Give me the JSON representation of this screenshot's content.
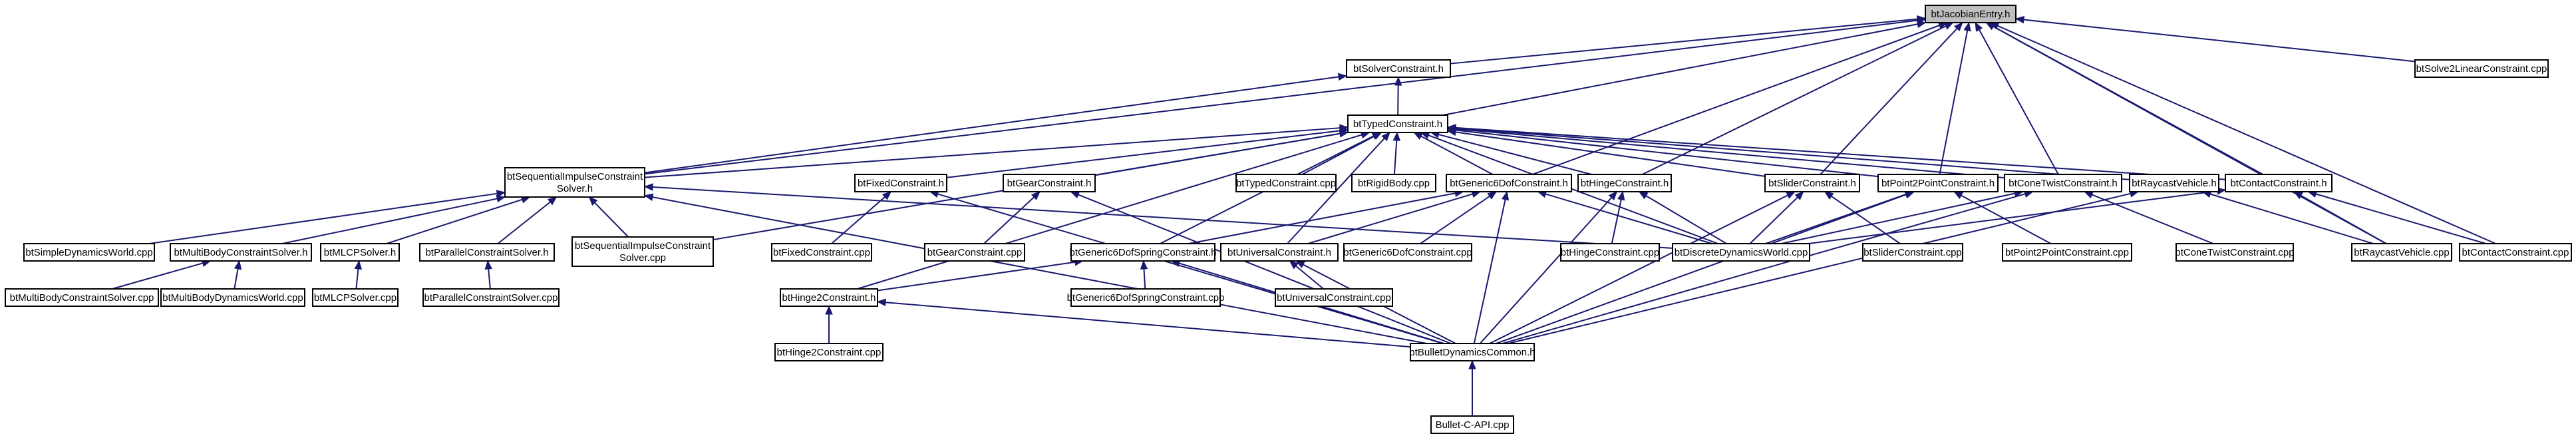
{
  "title": "btJacobianEntry.h",
  "colors": {
    "edge": "#191970",
    "focus_fill": "#bfbfbf",
    "node_fill": "#ffffff",
    "border": "#000000"
  },
  "nodes": {
    "jacobian": {
      "lines": [
        "btJacobianEntry.h"
      ]
    },
    "solverConstraint": {
      "lines": [
        "btSolverConstraint.h"
      ]
    },
    "solve2Linear": {
      "lines": [
        "btSolve2LinearConstraint.cpp"
      ]
    },
    "typedConstraint": {
      "lines": [
        "btTypedConstraint.h"
      ]
    },
    "seqImpulseSolverH": {
      "lines": [
        "btSequentialImpulseConstraint",
        "Solver.h"
      ]
    },
    "fixedConstraintH": {
      "lines": [
        "btFixedConstraint.h"
      ]
    },
    "gearConstraintH": {
      "lines": [
        "btGearConstraint.h"
      ]
    },
    "typedConstraintCpp": {
      "lines": [
        "btTypedConstraint.cpp"
      ]
    },
    "rigidBodyCpp": {
      "lines": [
        "btRigidBody.cpp"
      ]
    },
    "generic6DofH": {
      "lines": [
        "btGeneric6DofConstraint.h"
      ]
    },
    "hingeConstraintH": {
      "lines": [
        "btHingeConstraint.h"
      ]
    },
    "sliderConstraintH": {
      "lines": [
        "btSliderConstraint.h"
      ]
    },
    "point2PointH": {
      "lines": [
        "btPoint2PointConstraint.h"
      ]
    },
    "coneTwistH": {
      "lines": [
        "btConeTwistConstraint.h"
      ]
    },
    "raycastVehicleH": {
      "lines": [
        "btRaycastVehicle.h"
      ]
    },
    "contactConstraintH": {
      "lines": [
        "btContactConstraint.h"
      ]
    },
    "simpleDynamicsWorldCpp": {
      "lines": [
        "btSimpleDynamicsWorld.cpp"
      ]
    },
    "multiBodySolverH": {
      "lines": [
        "btMultiBodyConstraintSolver.h"
      ]
    },
    "mlcpSolverH": {
      "lines": [
        "btMLCPSolver.h"
      ]
    },
    "parallelSolverH": {
      "lines": [
        "btParallelConstraintSolver.h"
      ]
    },
    "seqImpulseSolverCpp": {
      "lines": [
        "btSequentialImpulseConstraint",
        "Solver.cpp"
      ]
    },
    "fixedConstraintCpp": {
      "lines": [
        "btFixedConstraint.cpp"
      ]
    },
    "gearConstraintCpp": {
      "lines": [
        "btGearConstraint.cpp"
      ]
    },
    "generic6DofSpringH": {
      "lines": [
        "btGeneric6DofSpringConstraint.h"
      ]
    },
    "universalConstraintH": {
      "lines": [
        "btUniversalConstraint.h"
      ]
    },
    "generic6DofCpp": {
      "lines": [
        "btGeneric6DofConstraint.cpp"
      ]
    },
    "hingeConstraintCpp": {
      "lines": [
        "btHingeConstraint.cpp"
      ]
    },
    "discreteDynamicsWorldCpp": {
      "lines": [
        "btDiscreteDynamicsWorld.cpp"
      ]
    },
    "sliderConstraintCpp": {
      "lines": [
        "btSliderConstraint.cpp"
      ]
    },
    "point2PointCpp": {
      "lines": [
        "btPoint2PointConstraint.cpp"
      ]
    },
    "coneTwistCpp": {
      "lines": [
        "btConeTwistConstraint.cpp"
      ]
    },
    "raycastVehicleCpp": {
      "lines": [
        "btRaycastVehicle.cpp"
      ]
    },
    "contactConstraintCpp": {
      "lines": [
        "btContactConstraint.cpp"
      ]
    },
    "multiBodySolverCpp": {
      "lines": [
        "btMultiBodyConstraintSolver.cpp"
      ]
    },
    "multiBodyWorldCpp": {
      "lines": [
        "btMultiBodyDynamicsWorld.cpp"
      ]
    },
    "mlcpSolverCpp": {
      "lines": [
        "btMLCPSolver.cpp"
      ]
    },
    "parallelSolverCpp": {
      "lines": [
        "btParallelConstraintSolver.cpp"
      ]
    },
    "hinge2ConstraintH": {
      "lines": [
        "btHinge2Constraint.h"
      ]
    },
    "generic6DofSpringCpp": {
      "lines": [
        "btGeneric6DofSpringConstraint.cpp"
      ]
    },
    "universalConstraintCpp": {
      "lines": [
        "btUniversalConstraint.cpp"
      ]
    },
    "hinge2ConstraintCpp": {
      "lines": [
        "btHinge2Constraint.cpp"
      ]
    },
    "bulletDynamicsCommonH": {
      "lines": [
        "btBulletDynamicsCommon.h"
      ]
    },
    "bulletCApiCpp": {
      "lines": [
        "Bullet-C-API.cpp"
      ]
    }
  },
  "edges": [
    [
      "solverConstraint",
      "jacobian"
    ],
    [
      "typedConstraint",
      "jacobian"
    ],
    [
      "seqImpulseSolverH",
      "jacobian"
    ],
    [
      "generic6DofH",
      "jacobian"
    ],
    [
      "hingeConstraintH",
      "jacobian"
    ],
    [
      "sliderConstraintH",
      "jacobian"
    ],
    [
      "point2PointH",
      "jacobian"
    ],
    [
      "coneTwistH",
      "jacobian"
    ],
    [
      "contactConstraintH",
      "jacobian"
    ],
    [
      "raycastVehicleCpp",
      "jacobian"
    ],
    [
      "contactConstraintCpp",
      "jacobian"
    ],
    [
      "solve2Linear",
      "jacobian"
    ],
    [
      "typedConstraint",
      "solverConstraint"
    ],
    [
      "seqImpulseSolverH",
      "solverConstraint"
    ],
    [
      "seqImpulseSolverH",
      "typedConstraint"
    ],
    [
      "fixedConstraintH",
      "typedConstraint"
    ],
    [
      "gearConstraintH",
      "typedConstraint"
    ],
    [
      "typedConstraintCpp",
      "typedConstraint"
    ],
    [
      "rigidBodyCpp",
      "typedConstraint"
    ],
    [
      "generic6DofH",
      "typedConstraint"
    ],
    [
      "hingeConstraintH",
      "typedConstraint"
    ],
    [
      "sliderConstraintH",
      "typedConstraint"
    ],
    [
      "point2PointH",
      "typedConstraint"
    ],
    [
      "coneTwistH",
      "typedConstraint"
    ],
    [
      "raycastVehicleH",
      "typedConstraint"
    ],
    [
      "contactConstraintH",
      "typedConstraint"
    ],
    [
      "seqImpulseSolverCpp",
      "typedConstraint"
    ],
    [
      "hinge2ConstraintH",
      "typedConstraint"
    ],
    [
      "generic6DofSpringH",
      "typedConstraint"
    ],
    [
      "universalConstraintH",
      "typedConstraint"
    ],
    [
      "discreteDynamicsWorldCpp",
      "typedConstraint"
    ],
    [
      "simpleDynamicsWorldCpp",
      "seqImpulseSolverH"
    ],
    [
      "multiBodySolverH",
      "seqImpulseSolverH"
    ],
    [
      "mlcpSolverH",
      "seqImpulseSolverH"
    ],
    [
      "parallelSolverH",
      "seqImpulseSolverH"
    ],
    [
      "seqImpulseSolverCpp",
      "seqImpulseSolverH"
    ],
    [
      "discreteDynamicsWorldCpp",
      "seqImpulseSolverH"
    ],
    [
      "bulletDynamicsCommonH",
      "seqImpulseSolverH"
    ],
    [
      "multiBodySolverCpp",
      "multiBodySolverH"
    ],
    [
      "multiBodyWorldCpp",
      "multiBodySolverH"
    ],
    [
      "mlcpSolverCpp",
      "mlcpSolverH"
    ],
    [
      "parallelSolverCpp",
      "parallelSolverH"
    ],
    [
      "fixedConstraintCpp",
      "fixedConstraintH"
    ],
    [
      "bulletDynamicsCommonH",
      "fixedConstraintH"
    ],
    [
      "gearConstraintCpp",
      "gearConstraintH"
    ],
    [
      "bulletDynamicsCommonH",
      "gearConstraintH"
    ],
    [
      "generic6DofSpringH",
      "generic6DofH"
    ],
    [
      "universalConstraintH",
      "generic6DofH"
    ],
    [
      "generic6DofCpp",
      "generic6DofH"
    ],
    [
      "discreteDynamicsWorldCpp",
      "generic6DofH"
    ],
    [
      "bulletDynamicsCommonH",
      "generic6DofH"
    ],
    [
      "hingeConstraintCpp",
      "hingeConstraintH"
    ],
    [
      "discreteDynamicsWorldCpp",
      "hingeConstraintH"
    ],
    [
      "bulletDynamicsCommonH",
      "hingeConstraintH"
    ],
    [
      "sliderConstraintCpp",
      "sliderConstraintH"
    ],
    [
      "discreteDynamicsWorldCpp",
      "sliderConstraintH"
    ],
    [
      "bulletDynamicsCommonH",
      "sliderConstraintH"
    ],
    [
      "point2PointCpp",
      "point2PointH"
    ],
    [
      "discreteDynamicsWorldCpp",
      "point2PointH"
    ],
    [
      "bulletDynamicsCommonH",
      "point2PointH"
    ],
    [
      "coneTwistCpp",
      "coneTwistH"
    ],
    [
      "discreteDynamicsWorldCpp",
      "coneTwistH"
    ],
    [
      "bulletDynamicsCommonH",
      "coneTwistH"
    ],
    [
      "raycastVehicleCpp",
      "raycastVehicleH"
    ],
    [
      "bulletDynamicsCommonH",
      "raycastVehicleH"
    ],
    [
      "discreteDynamicsWorldCpp",
      "contactConstraintH"
    ],
    [
      "raycastVehicleCpp",
      "contactConstraintH"
    ],
    [
      "contactConstraintCpp",
      "contactConstraintH"
    ],
    [
      "hinge2ConstraintH",
      "generic6DofSpringH"
    ],
    [
      "generic6DofSpringCpp",
      "generic6DofSpringH"
    ],
    [
      "bulletDynamicsCommonH",
      "generic6DofSpringH"
    ],
    [
      "universalConstraintCpp",
      "universalConstraintH"
    ],
    [
      "bulletDynamicsCommonH",
      "universalConstraintH"
    ],
    [
      "hinge2ConstraintCpp",
      "hinge2ConstraintH"
    ],
    [
      "bulletDynamicsCommonH",
      "hinge2ConstraintH"
    ],
    [
      "bulletCApiCpp",
      "bulletDynamicsCommonH"
    ]
  ]
}
